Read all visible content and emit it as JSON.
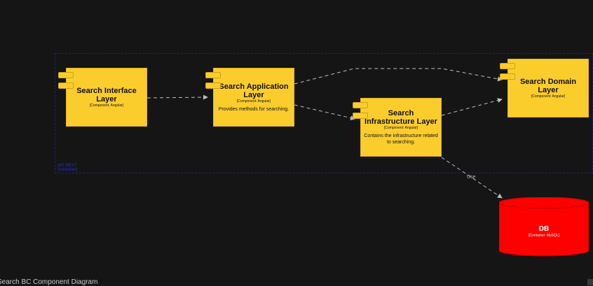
{
  "diagram": {
    "boundary": {
      "name": "API REST",
      "type": "[container]"
    },
    "components": [
      {
        "id": "interface",
        "title": "Search Interface Layer",
        "tech": "[Component: Angular]",
        "desc": ""
      },
      {
        "id": "application",
        "title": "Search Application Layer",
        "tech": "[Component: Angular]",
        "desc": "Provides methods for searching."
      },
      {
        "id": "infrastructure",
        "title": "Search Infrastructure Layer",
        "tech": "[Component: Angular]",
        "desc": "Contains the infrastructure related to searching."
      },
      {
        "id": "domain",
        "title": "Search Domain Layer",
        "tech": "[Component: Angular]",
        "desc": ""
      }
    ],
    "database": {
      "title": "DB",
      "tech": "[Container: MySQL]"
    },
    "relations": [
      {
        "from": "interface",
        "to": "application",
        "label": ""
      },
      {
        "from": "application",
        "to": "domain",
        "label": ""
      },
      {
        "from": "application",
        "to": "infrastructure",
        "label": ""
      },
      {
        "from": "infrastructure",
        "to": "domain",
        "label": ""
      },
      {
        "from": "infrastructure",
        "to": "database",
        "label": "Use"
      }
    ],
    "footer": "Search BC Component Diagram",
    "colors": {
      "component": "#fbcd2c",
      "database": "#ff0000",
      "boundary": "#1f1f8a",
      "background": "#151515"
    }
  }
}
